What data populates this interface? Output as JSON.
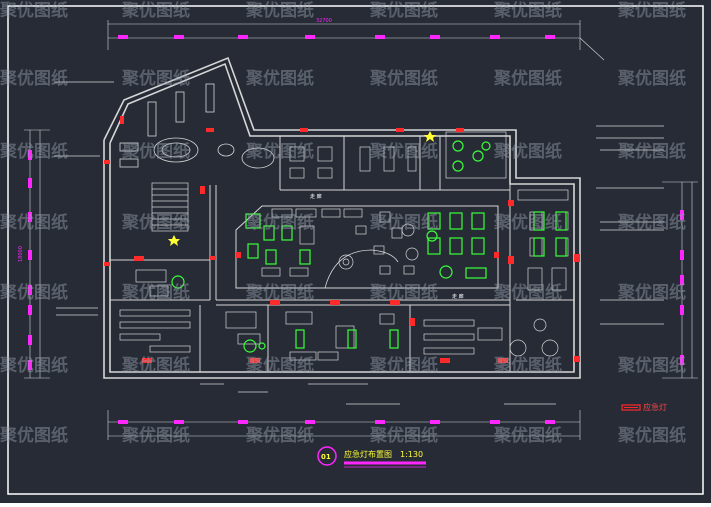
{
  "drawing": {
    "title": "应急灯布置图",
    "scale": "1:130",
    "title_mark": "01",
    "legend_label": "应急灯"
  },
  "watermark": {
    "text": "聚优图纸"
  },
  "dimensions": {
    "overall": "32700",
    "left_vertical": "18000"
  },
  "rooms": {
    "corridor": "走 廊"
  },
  "colors": {
    "background": "#262b36",
    "border": "#ffffff",
    "wall": "#d6d6d6",
    "dimension": "#ff26ff",
    "emergency_light": "#ff2a2a",
    "equipment": "#39ff39",
    "marker": "#ffff33",
    "watermark": "#9aa1ad"
  }
}
